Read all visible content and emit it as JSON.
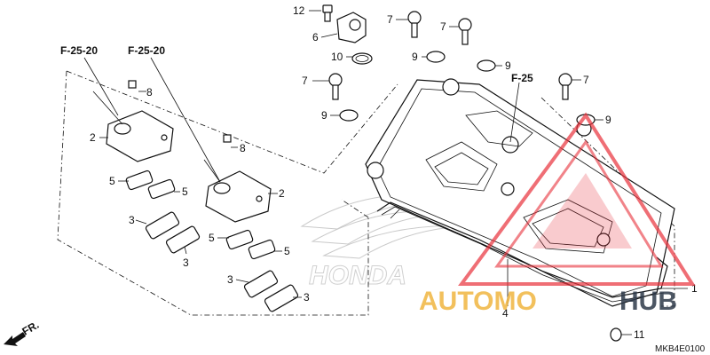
{
  "callouts": {
    "c1": "1",
    "c2a": "2",
    "c2b": "2",
    "c3a": "3",
    "c3b": "3",
    "c3c": "3",
    "c3d": "3",
    "c4": "4",
    "c5a": "5",
    "c5b": "5",
    "c5c": "5",
    "c5d": "5",
    "c6": "6",
    "c7a": "7",
    "c7b": "7",
    "c7c": "7",
    "c7d": "7",
    "c8a": "8",
    "c8b": "8",
    "c9a": "9",
    "c9b": "9",
    "c9c": "9",
    "c9d": "9",
    "c10": "10",
    "c11": "11",
    "c12": "12"
  },
  "references": {
    "ref_left": "F-25-20",
    "ref_right": "F-25-20",
    "ref_cover": "F-25"
  },
  "direction": "FR.",
  "diagram_code": "MKB4E0100",
  "brand_watermark": "HONDA",
  "site_watermark": {
    "left": "AUTOMO",
    "right": "HUB",
    "colors": {
      "left": "#f0b640",
      "right": "#2e3a4a",
      "triangle": "#e8313a"
    }
  }
}
